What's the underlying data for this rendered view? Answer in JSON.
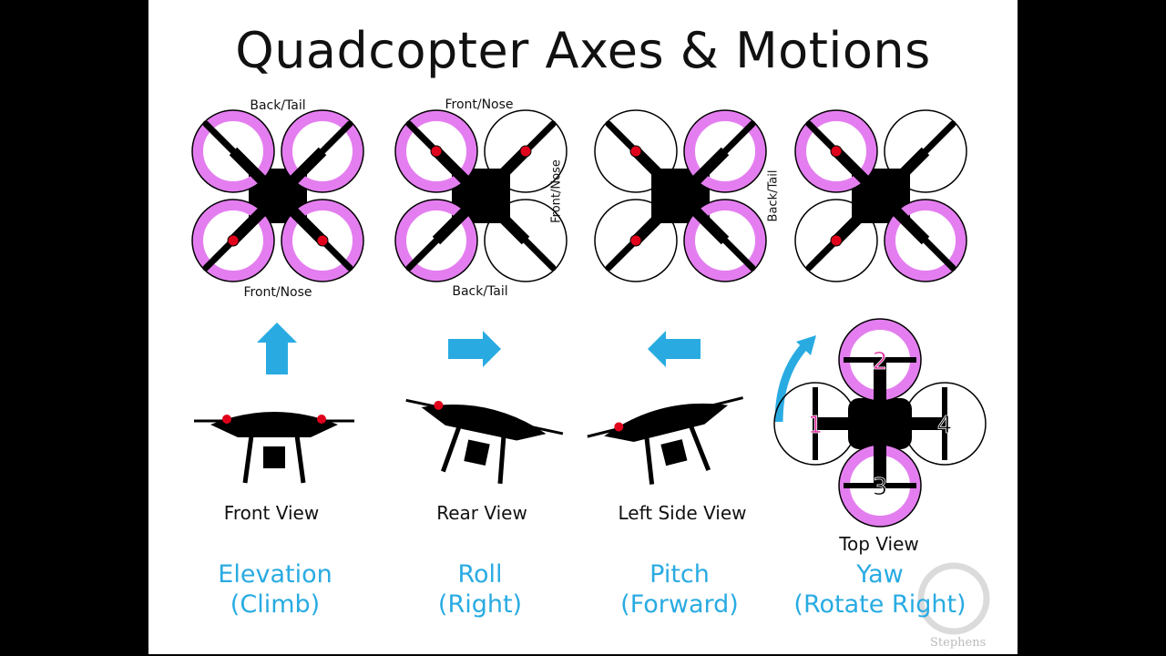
{
  "title": "Quadcopter Axes & Motions",
  "colors": {
    "prop_highlight": "#e47ef0",
    "arrow": "#29abe2",
    "nose_dot": "#e0001b",
    "motion_text": "#29abe2"
  },
  "top_diagrams": [
    {
      "label_top": "Back/Tail",
      "label_bottom": "Front/Nose",
      "highlighted": [
        "tl",
        "tr",
        "bl",
        "br"
      ],
      "nose": "bottom"
    },
    {
      "label_top": "Front/Nose",
      "label_bottom": "Back/Tail",
      "highlighted": [
        "tl",
        "bl"
      ],
      "nose": "top"
    },
    {
      "label_left": "Front/Nose",
      "label_right": "Back/Tail",
      "highlighted": [
        "tr",
        "br"
      ],
      "nose": "left"
    },
    {
      "highlighted": [
        "tl",
        "br"
      ],
      "nose": "left"
    }
  ],
  "views": [
    {
      "view": "Front View",
      "motion": "Elevation",
      "detail": "(Climb)",
      "arrow": "up"
    },
    {
      "view": "Rear View",
      "motion": "Roll",
      "detail": "(Right)",
      "arrow": "right"
    },
    {
      "view": "Left Side View",
      "motion": "Pitch",
      "detail": "(Forward)",
      "arrow": "left"
    },
    {
      "view": "Top View",
      "motion": "Yaw",
      "detail": "(Rotate Right)",
      "arrow": "rotate-right"
    }
  ],
  "top_view_motors": [
    "1",
    "2",
    "3",
    "4"
  ],
  "watermark": "Stephens"
}
